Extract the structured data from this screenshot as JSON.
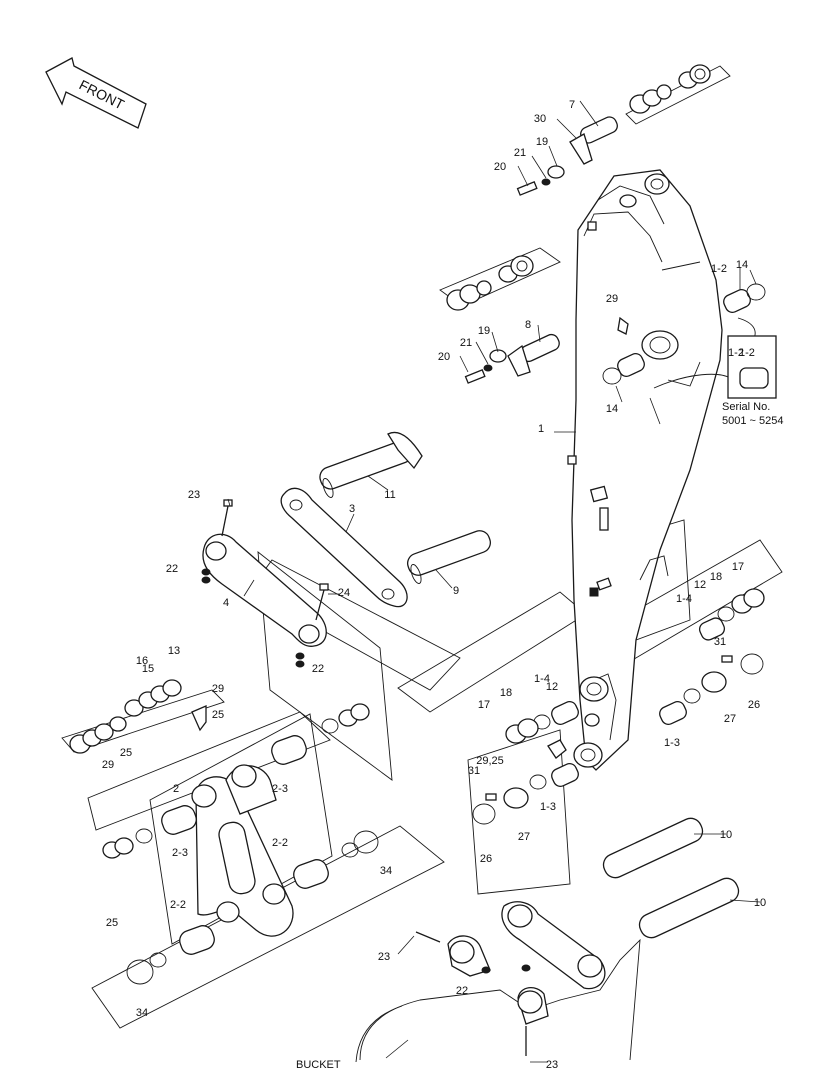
{
  "diagram": {
    "front_arrow_text": "FRONT",
    "bucket_label": "BUCKET",
    "serial_note": {
      "part": "1-2",
      "line1": "Serial No.",
      "line2": "5001 ~ 5254"
    },
    "callouts": [
      "1",
      "1-2",
      "1-2",
      "1-3",
      "1-3",
      "1-4",
      "1-4",
      "2",
      "2-2",
      "2-2",
      "2-3",
      "2-3",
      "3",
      "4",
      "7",
      "8",
      "9",
      "10",
      "10",
      "11",
      "12",
      "12",
      "13",
      "14",
      "14",
      "15",
      "16",
      "17",
      "17",
      "18",
      "18",
      "19",
      "19",
      "20",
      "20",
      "21",
      "21",
      "22",
      "22",
      "22",
      "23",
      "23",
      "23",
      "24",
      "25",
      "25",
      "25",
      "26",
      "26",
      "27",
      "27",
      "29",
      "29",
      "29",
      "29,25",
      "30",
      "31",
      "31",
      "34",
      "34"
    ]
  }
}
